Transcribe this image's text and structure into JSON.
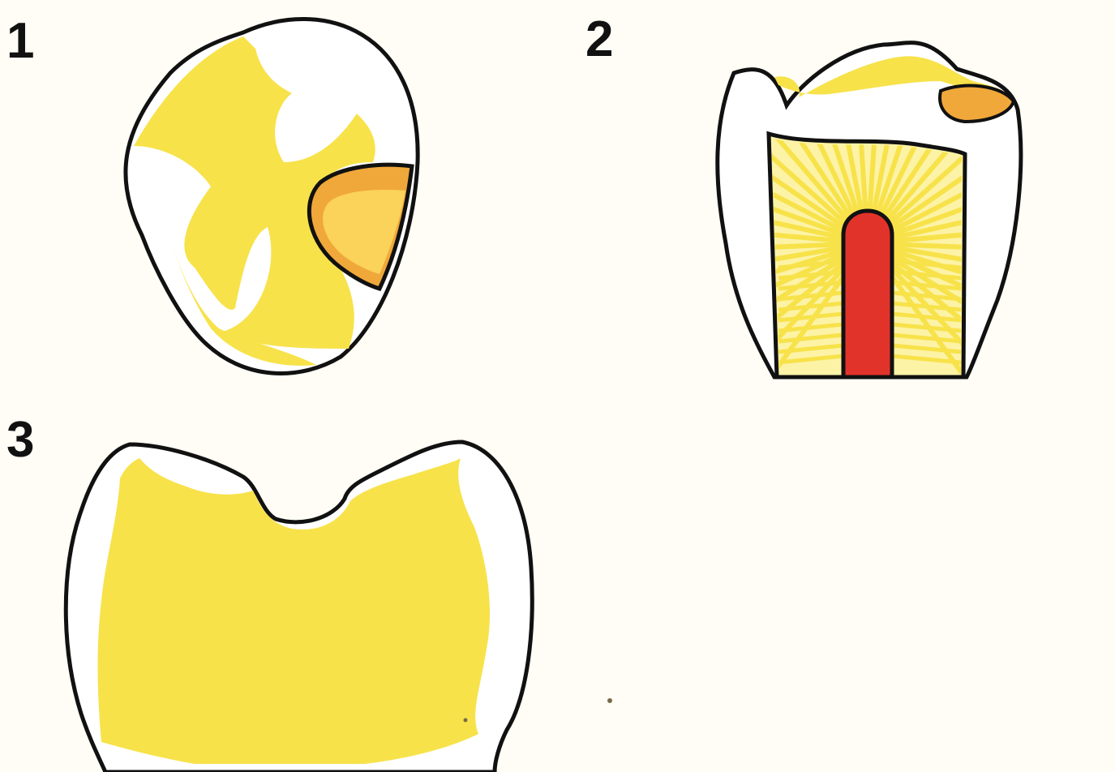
{
  "panels": [
    {
      "label": "1"
    },
    {
      "label": "2"
    },
    {
      "label": "3"
    }
  ],
  "colors": {
    "background": "#fffdf6",
    "outline": "#111111",
    "dentin_yellow": "#f7e24a",
    "lesion_orange": "#f0a83a",
    "pulp_red": "#e2332b",
    "enamel_white": "#ffffff"
  }
}
